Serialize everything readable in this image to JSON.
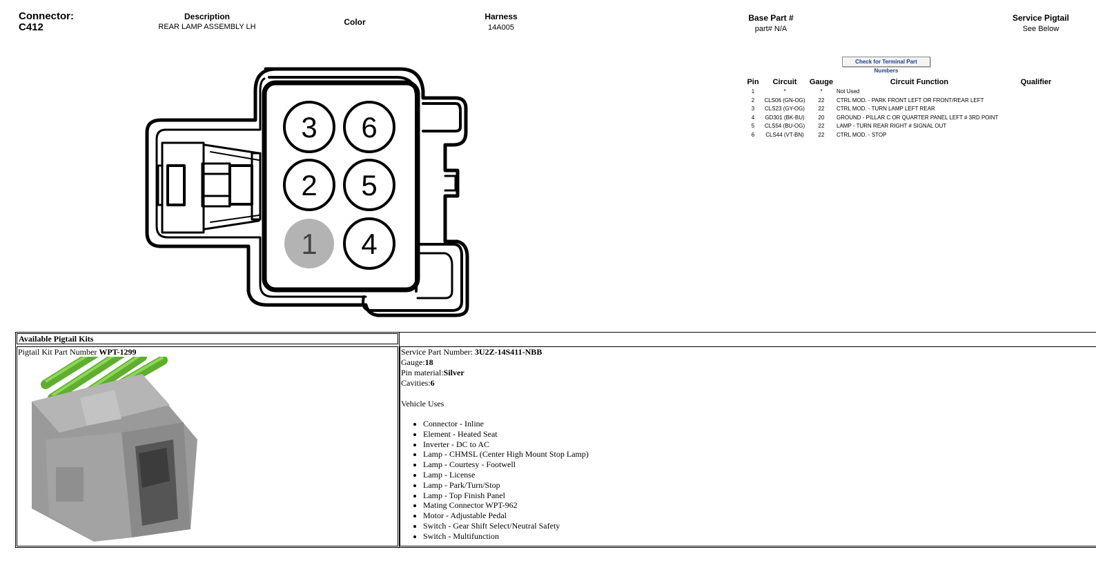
{
  "header": {
    "connector_label": "Connector:",
    "connector_id": "C412",
    "description_label": "Description",
    "description_value": "REAR LAMP ASSEMBLY LH",
    "color_label": "Color",
    "harness_label": "Harness",
    "harness_value": "14A005",
    "base_part_label": "Base Part #",
    "base_part_value": "part# N/A",
    "service_pigtail_label": "Service Pigtail",
    "service_pigtail_value": "See Below"
  },
  "diagram": {
    "pins": [
      {
        "num": "3",
        "shaded": false
      },
      {
        "num": "6",
        "shaded": false
      },
      {
        "num": "2",
        "shaded": false
      },
      {
        "num": "5",
        "shaded": false
      },
      {
        "num": "1",
        "shaded": true
      },
      {
        "num": "4",
        "shaded": false
      }
    ]
  },
  "terminal_button": "Check for Terminal Part Numbers",
  "pin_table": {
    "headers": [
      "Pin",
      "Circuit",
      "Gauge",
      "Circuit Function",
      "Qualifier"
    ],
    "rows": [
      [
        "1",
        "*",
        "*",
        "Not Used",
        ""
      ],
      [
        "2",
        "CLS06 (GN-OG)",
        "22",
        "CTRL MOD. - PARK FRONT LEFT OR FRONT/REAR LEFT",
        ""
      ],
      [
        "3",
        "CLS23 (GY-OG)",
        "22",
        "CTRL MOD. - TURN LAMP LEFT REAR",
        ""
      ],
      [
        "4",
        "GD301 (BK-BU)",
        "20",
        "GROUND - PILLAR C OR QUARTER PANEL LEFT # 3RD POINT",
        ""
      ],
      [
        "5",
        "CLS54 (BU-OG)",
        "22",
        "LAMP - TURN REAR RIGHT # SIGNAL OUT",
        ""
      ],
      [
        "6",
        "CLS44 (VT-BN)",
        "22",
        "CTRL MOD. - STOP",
        ""
      ]
    ]
  },
  "pigtail": {
    "title": "Available Pigtail Kits",
    "kit_label": "Pigtail Kit Part Number ",
    "kit_number": "WPT-1299",
    "service_label": "Service Part Number: ",
    "service_number": "3U2Z-14S411-NBB",
    "gauge_label": "Gauge:",
    "gauge_value": "18",
    "pin_material_label": "Pin material:",
    "pin_material_value": "Silver",
    "cavities_label": "Cavities:",
    "cavities_value": "6",
    "vehicle_uses_label": "Vehicle Uses",
    "vehicle_uses": [
      "Connector - Inline",
      "Element - Heated Seat",
      "Inverter - DC to AC",
      "Lamp - CHMSL (Center High Mount Stop Lamp)",
      "Lamp - Courtesy - Footwell",
      "Lamp - License",
      "Lamp - Park/Turn/Stop",
      "Lamp - Top Finish Panel",
      "Mating Connector WPT-962",
      "Motor - Adjustable Pedal",
      "Switch - Gear Shift Select/Neutral Safety",
      "Switch - Multifunction"
    ]
  },
  "colors": {
    "pin_shaded": "#b3b3b3",
    "wire_green": "#6fbf3a",
    "housing_gray": "#9a9a9a"
  }
}
